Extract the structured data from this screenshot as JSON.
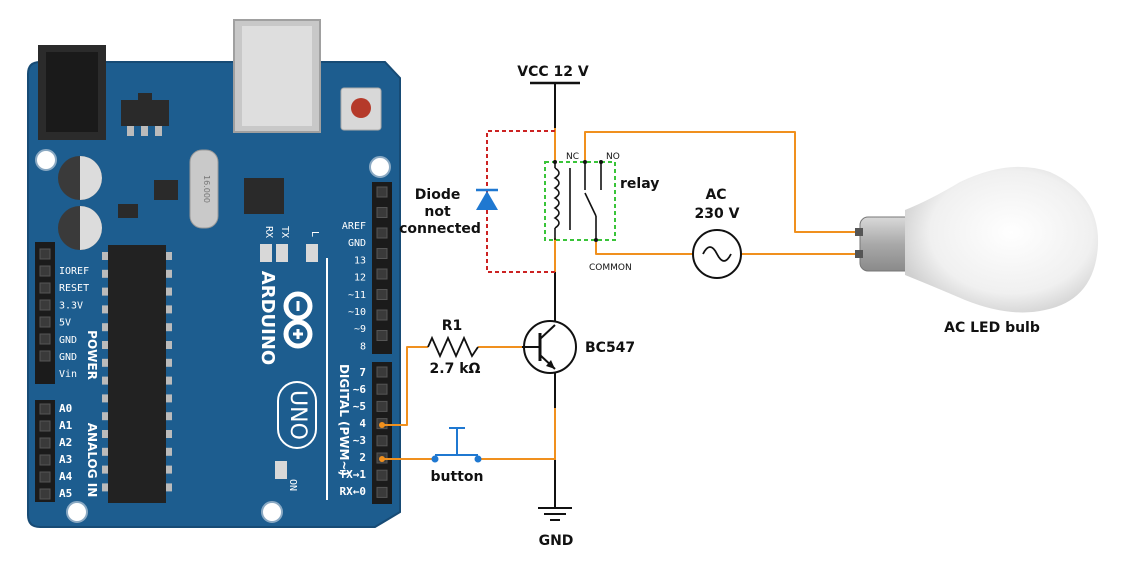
{
  "colors": {
    "board": "#1d5d8f",
    "board_dark": "#174b75",
    "wire": "#f0901e",
    "diode": "#1f78d1",
    "dashed_red": "#cc2222",
    "dashed_green": "#39c439",
    "button": "#1f78d1"
  },
  "board": {
    "brand": "ARDUINO",
    "model": "UNO",
    "on_label": "ON",
    "rx": "RX",
    "tx": "TX",
    "l": "L",
    "crystal": "16.000",
    "power_header": "POWER",
    "analog_header": "ANALOG IN",
    "digital_header": "DIGITAL (PWM~)",
    "power_pins": [
      "IOREF",
      "RESET",
      "3.3V",
      "5V",
      "GND",
      "GND",
      "Vin"
    ],
    "analog_pins": [
      "A0",
      "A1",
      "A2",
      "A3",
      "A4",
      "A5"
    ],
    "digital_top": [
      "AREF",
      "GND",
      "13",
      "12",
      "~11",
      "~10",
      "~9",
      "8"
    ],
    "digital_bottom": [
      "7",
      "~6",
      "~5",
      "4",
      "~3",
      "2",
      "TX→1",
      "RX←0"
    ]
  },
  "circuit": {
    "vcc": "VCC 12 V",
    "gnd": "GND",
    "diode_label": [
      "Diode",
      "not",
      "connected"
    ],
    "relay": "relay",
    "nc": "NC",
    "no": "NO",
    "common": "COMMON",
    "ac_line1": "AC",
    "ac_line2": "230 V",
    "r_name": "R1",
    "r_value": "2.7 kΩ",
    "transistor": "BC547",
    "button": "button",
    "bulb": "AC LED bulb"
  }
}
